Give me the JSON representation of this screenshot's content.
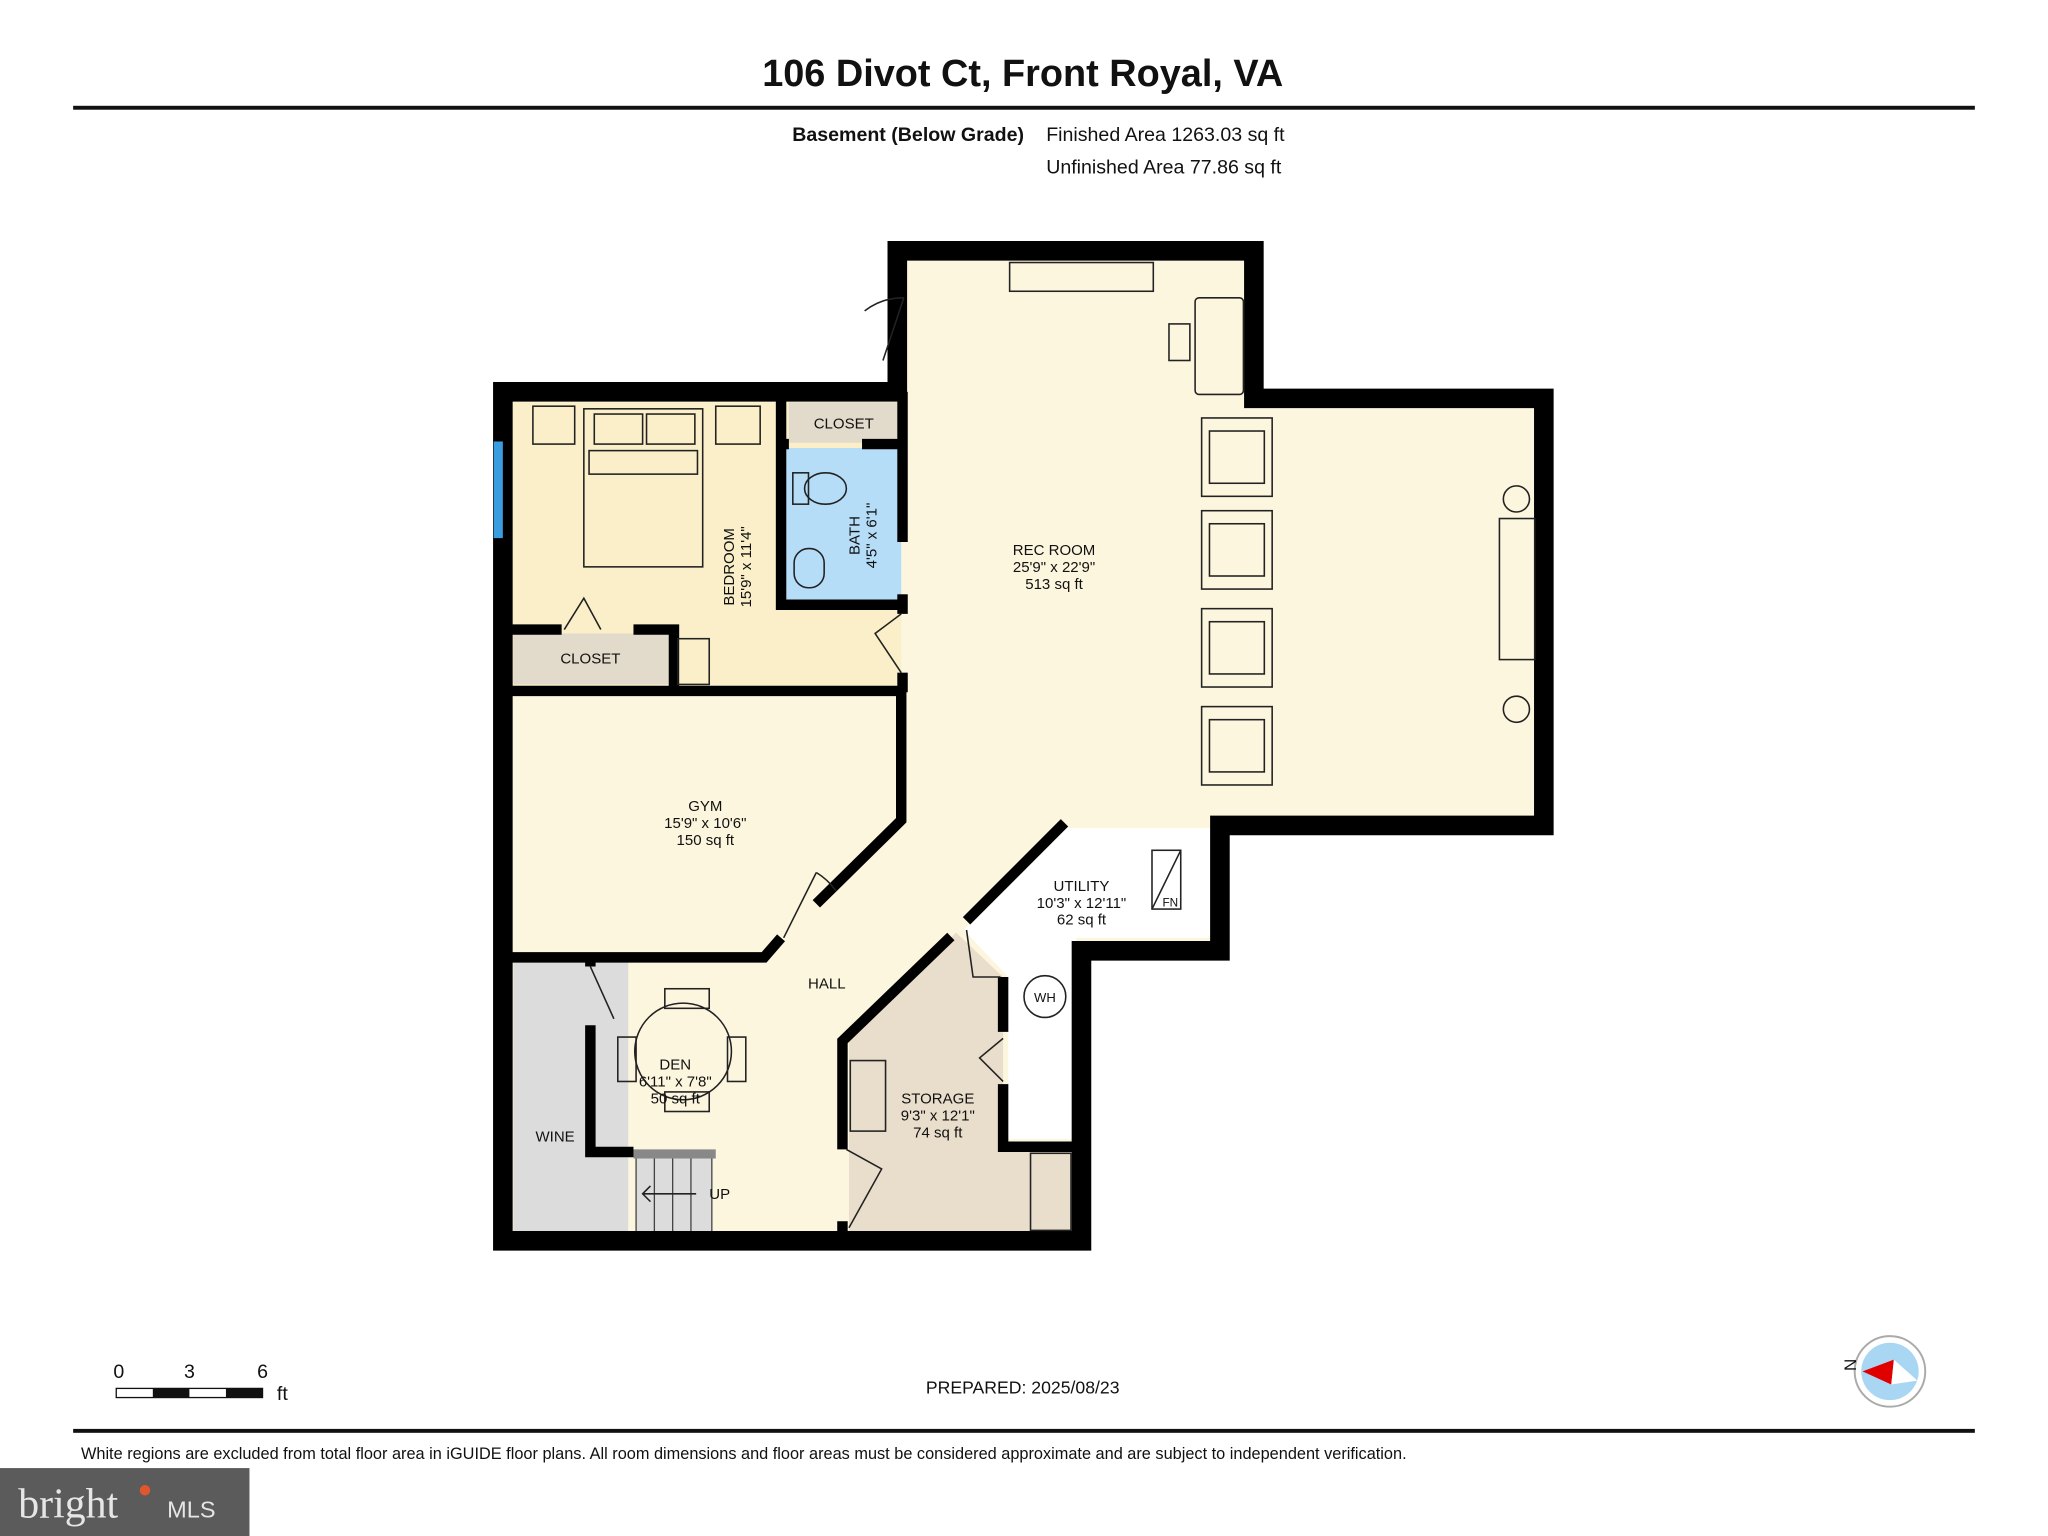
{
  "header": {
    "title": "106 Divot Ct, Front Royal, VA",
    "level": "Basement (Below Grade)",
    "finished_area": "Finished Area 1263.03 sq ft",
    "unfinished_area": "Unfinished Area 77.86 sq ft"
  },
  "rooms": {
    "rec_room": {
      "name": "REC ROOM",
      "dims": "25'9\" x 22'9\"",
      "area": "513 sq ft"
    },
    "bedroom": {
      "name": "BEDROOM",
      "dims": "15'9\" x 11'4\""
    },
    "bath": {
      "name": "BATH",
      "dims": "4'5\" x 6'1\""
    },
    "closet_upper": {
      "name": "CLOSET"
    },
    "closet_lower": {
      "name": "CLOSET"
    },
    "gym": {
      "name": "GYM",
      "dims": "15'9\" x 10'6\"",
      "area": "150 sq ft"
    },
    "utility": {
      "name": "UTILITY",
      "dims": "10'3\" x 12'11\"",
      "area": "62 sq ft"
    },
    "hall": {
      "name": "HALL"
    },
    "den": {
      "name": "DEN",
      "dims": "6'11\" x 7'8\"",
      "area": "50 sq ft"
    },
    "storage": {
      "name": "STORAGE",
      "dims": "9'3\" x 12'1\"",
      "area": "74 sq ft"
    },
    "wine": {
      "name": "WINE"
    },
    "stairs": {
      "label": "UP"
    },
    "water_heater": {
      "label": "WH"
    },
    "furnace": {
      "label": "FN"
    }
  },
  "scale_bar": {
    "ticks": [
      "0",
      "3",
      "6"
    ],
    "unit": "ft"
  },
  "prepared": "PREPARED: 2025/08/23",
  "compass": {
    "label": "N"
  },
  "footer_note": "White regions are excluded from total floor area in iGUIDE floor plans. All room dimensions and floor areas must be considered approximate and are subject to independent verification.",
  "watermark": {
    "text": "bright MLS"
  },
  "colors": {
    "wall": "#000000",
    "rec_room": "#fdf6df",
    "bedroom": "#fbefc9",
    "bath": "#b5ddf8",
    "closet": "#e2dacb",
    "storage": "#e9ddcb",
    "wine": "#dcdcdc",
    "window": "#3a9de0",
    "compass_red": "#e00000",
    "compass_blue": "#a9d7f3"
  }
}
